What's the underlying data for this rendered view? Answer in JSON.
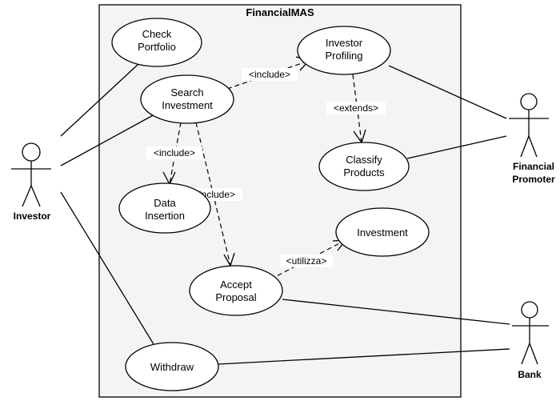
{
  "system": {
    "title": "FinancialMAS"
  },
  "actors": {
    "investor": {
      "label": "Investor"
    },
    "financial_promoter": {
      "line1": "Financial",
      "line2": "Promoter"
    },
    "bank": {
      "label": "Bank"
    }
  },
  "use_cases": {
    "check_portfolio": {
      "line1": "Check",
      "line2": "Portfolio"
    },
    "search_investment": {
      "line1": "Search",
      "line2": "Investment"
    },
    "investor_profiling": {
      "line1": "Investor",
      "line2": "Profiling"
    },
    "classify_products": {
      "line1": "Classify",
      "line2": "Products"
    },
    "data_insertion": {
      "line1": "Data",
      "line2": "Insertion"
    },
    "investment": {
      "line1": "Investment"
    },
    "accept_proposal": {
      "line1": "Accept",
      "line2": "Proposal"
    },
    "withdraw": {
      "line1": "Withdraw"
    }
  },
  "relations": {
    "include_profiling": "<include>",
    "extends_classify": "<extends>",
    "include_data": "<include>",
    "include_accept": "<include>",
    "utilizza": "<utilizza>"
  },
  "colors": {
    "system_fill": "#f4f4f4",
    "outline": "#000000",
    "background": "#ffffff"
  }
}
